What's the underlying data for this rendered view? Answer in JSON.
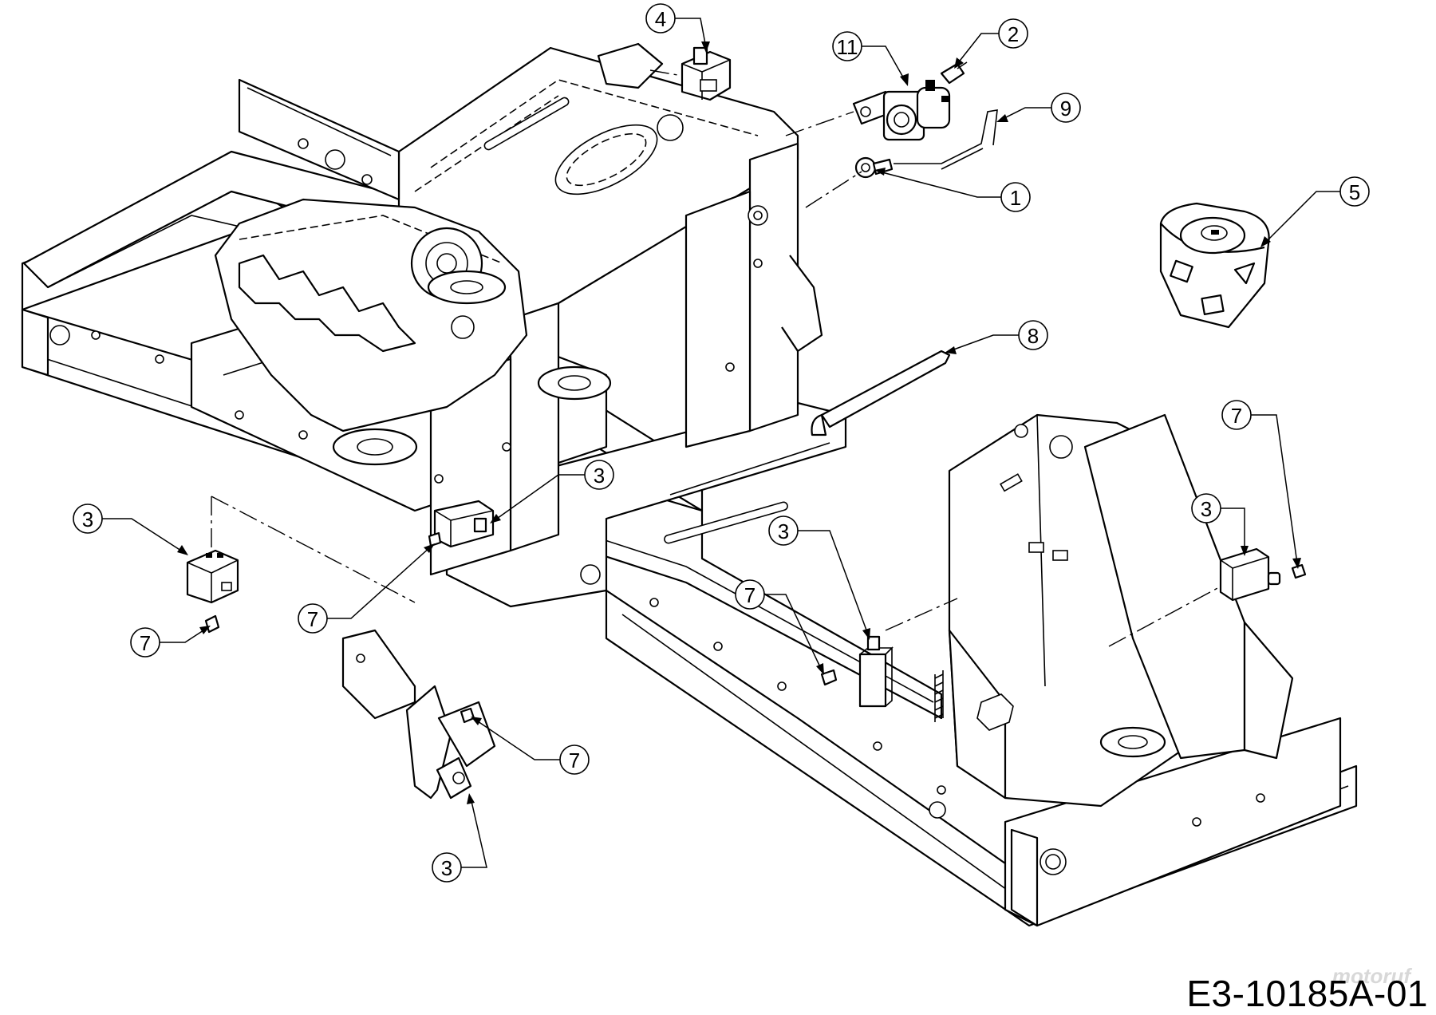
{
  "figure": {
    "reference_code": "E3-10185A-01",
    "watermark_brand": "motoruf"
  },
  "callouts": [
    {
      "id": "c4",
      "number": "4"
    },
    {
      "id": "c11",
      "number": "11"
    },
    {
      "id": "c2",
      "number": "2"
    },
    {
      "id": "c9",
      "number": "9"
    },
    {
      "id": "c1",
      "number": "1"
    },
    {
      "id": "c5",
      "number": "5"
    },
    {
      "id": "c8",
      "number": "8"
    },
    {
      "id": "c3a",
      "number": "3"
    },
    {
      "id": "c3b",
      "number": "3"
    },
    {
      "id": "c3c",
      "number": "3"
    },
    {
      "id": "c3d",
      "number": "3"
    },
    {
      "id": "c3e",
      "number": "3"
    },
    {
      "id": "c7a",
      "number": "7"
    },
    {
      "id": "c7b",
      "number": "7"
    },
    {
      "id": "c7c",
      "number": "7"
    },
    {
      "id": "c7d",
      "number": "7"
    },
    {
      "id": "c7e",
      "number": "7"
    }
  ],
  "colors": {
    "line": "#000000",
    "background": "#ffffff"
  }
}
